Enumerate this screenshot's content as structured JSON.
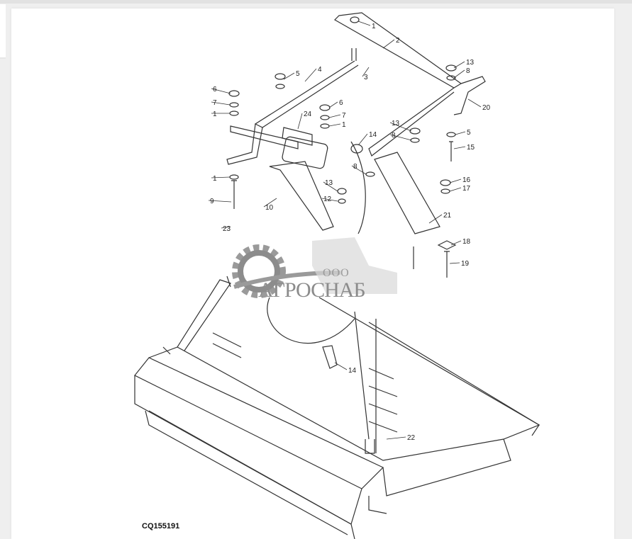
{
  "diagram": {
    "caption": "CQ155191",
    "watermark": {
      "prefix": "ООО",
      "name": "АГРОСНАБ"
    },
    "callouts": [
      "1",
      "2",
      "4",
      "5",
      "3",
      "13",
      "8",
      "6",
      "7",
      "1",
      "24",
      "6",
      "7",
      "1",
      "20",
      "13",
      "14",
      "8",
      "5",
      "15",
      "1",
      "8",
      "16",
      "17",
      "13",
      "12",
      "9",
      "10",
      "21",
      "23",
      "18",
      "19",
      "14",
      "22"
    ],
    "colors": {
      "line": "#333333",
      "watermark": "#9a9a9a"
    }
  }
}
